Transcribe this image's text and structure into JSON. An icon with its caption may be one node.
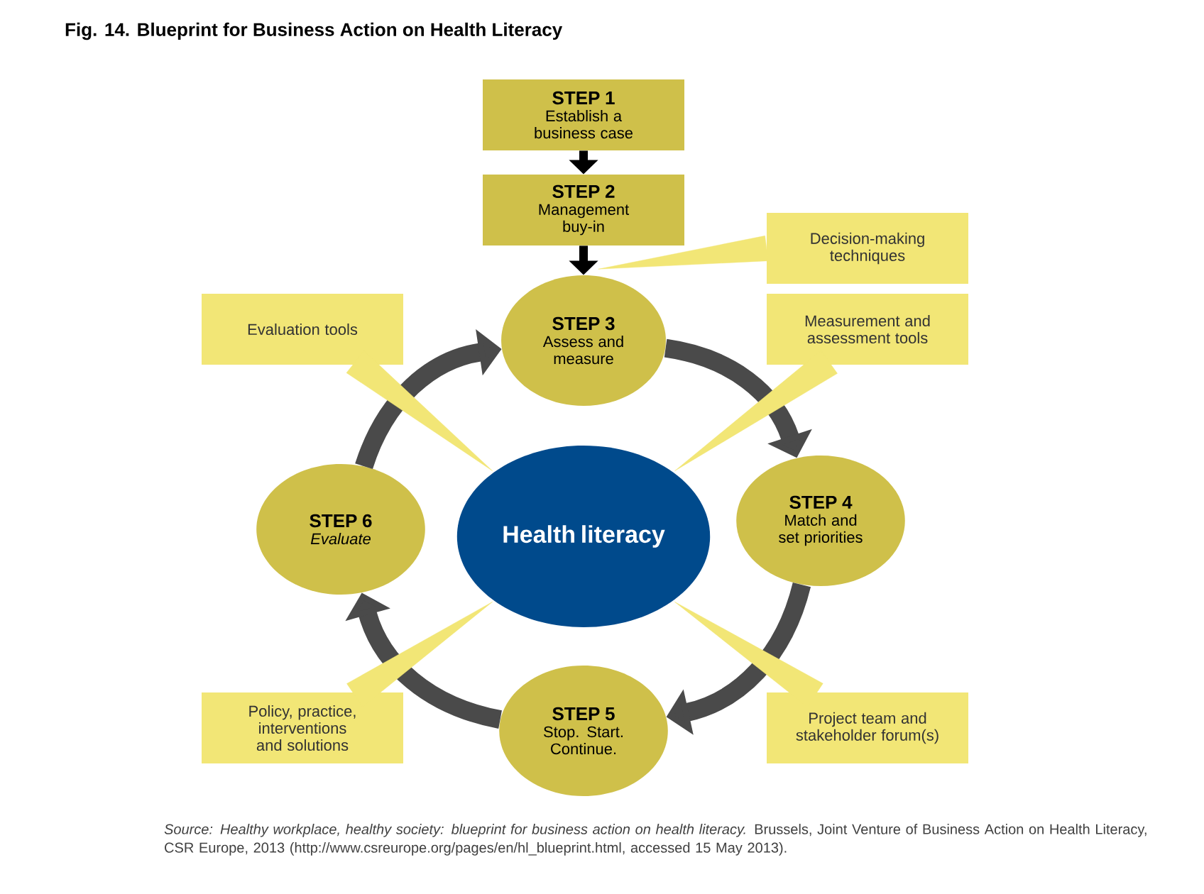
{
  "diagram": {
    "title": "Fig. 14. Blueprint for Business Action on Health Literacy",
    "caption": "*Source: Healthy workplace, healthy society: blueprint for business action on health literacy.* Brussels, Joint Venture of Business Action on Health Literacy, CSR Europe, 2013 (http://www.csreurope.org/pages/en/hl_blueprint.html, accessed 15 May 2013).",
    "nodes": [
      {
        "text": [
          "STEP 1",
          "Establish a business case"
        ]
      },
      {
        "text": [
          "STEP 2",
          "Management buy-in"
        ]
      },
      {
        "text": [
          "STEP 3",
          "Assess and measure"
        ]
      },
      {
        "text": [
          "STEP 4",
          "Match and set priorities"
        ]
      },
      {
        "text": [
          "STEP 5",
          "Stop. Start. Continue."
        ]
      },
      {
        "text": [
          "STEP 6",
          "*Evaluate*"
        ]
      },
      {
        "text": [
          "Health literacy"
        ]
      },
      {
        "text": [
          "Decision-making techniques"
        ]
      },
      {
        "text": [
          "Measurement and assessment tools"
        ]
      },
      {
        "text": [
          "Evaluation tools"
        ]
      },
      {
        "text": [
          "Policy, practice, interventions and solutions"
        ]
      },
      {
        "text": [
          "Project team and stakeholder forum(s)"
        ]
      }
    ],
    "edges": [
      {
        "from": 0,
        "to": 1,
        "arrow": "to"
      },
      {
        "from": 1,
        "to": 2,
        "arrow": "to"
      },
      {
        "from": 2,
        "to": 3,
        "arrow": "to"
      },
      {
        "from": 3,
        "to": 4,
        "arrow": "to"
      },
      {
        "from": 4,
        "to": 5,
        "arrow": "to"
      },
      {
        "from": 5,
        "to": 2,
        "arrow": "to"
      },
      {
        "from": 7,
        "to": 2,
        "arrow": "none"
      },
      {
        "from": 8,
        "to": 6,
        "arrow": "none"
      },
      {
        "from": 9,
        "to": 6,
        "arrow": "none"
      },
      {
        "from": 10,
        "to": 6,
        "arrow": "none"
      },
      {
        "from": 11,
        "to": 6,
        "arrow": "none"
      }
    ]
  }
}
